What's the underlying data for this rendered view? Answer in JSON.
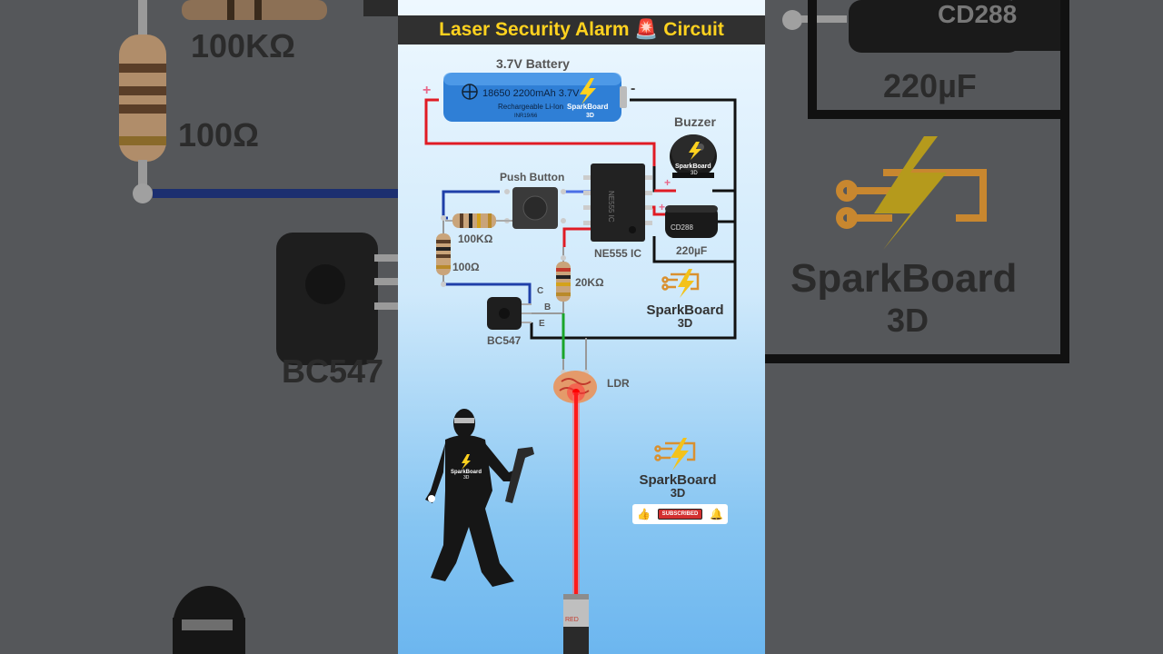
{
  "title": "Laser Security Alarm 🚨 Circuit",
  "labels": {
    "battery": "3.7V Battery",
    "battery_plus": "+",
    "battery_minus": "-",
    "battery_print_1": "18650 2200mAh 3.7V",
    "battery_print_2": "Rechargeable Li-Ion",
    "battery_print_3": "INR19/66",
    "buzzer": "Buzzer",
    "push_button": "Push Button",
    "ic": "NE555 IC",
    "res_100k": "100KΩ",
    "res_100": "100Ω",
    "res_20k": "20KΩ",
    "cap": "220µF",
    "cap_print": "CD288",
    "transistor": "BC547",
    "pin_c": "C",
    "pin_b": "B",
    "pin_e": "E",
    "ldr": "LDR",
    "laser_print": "RED"
  },
  "brand": {
    "name": "SparkBoard",
    "sub": "3D"
  },
  "subscribe": {
    "label": "SUBSCRIBED"
  },
  "background": {
    "left_res_1": "100KΩ",
    "left_res_2": "100Ω",
    "left_transistor": "BC547",
    "right_cap": "220µF",
    "right_cap_print": "CD288"
  },
  "colors": {
    "title": "#ffd21f",
    "wire_red": "#e01b24",
    "wire_blue": "#1f3fa8",
    "wire_black": "#111111",
    "wire_green": "#1aa52a",
    "laser": "#ff1a1a"
  }
}
